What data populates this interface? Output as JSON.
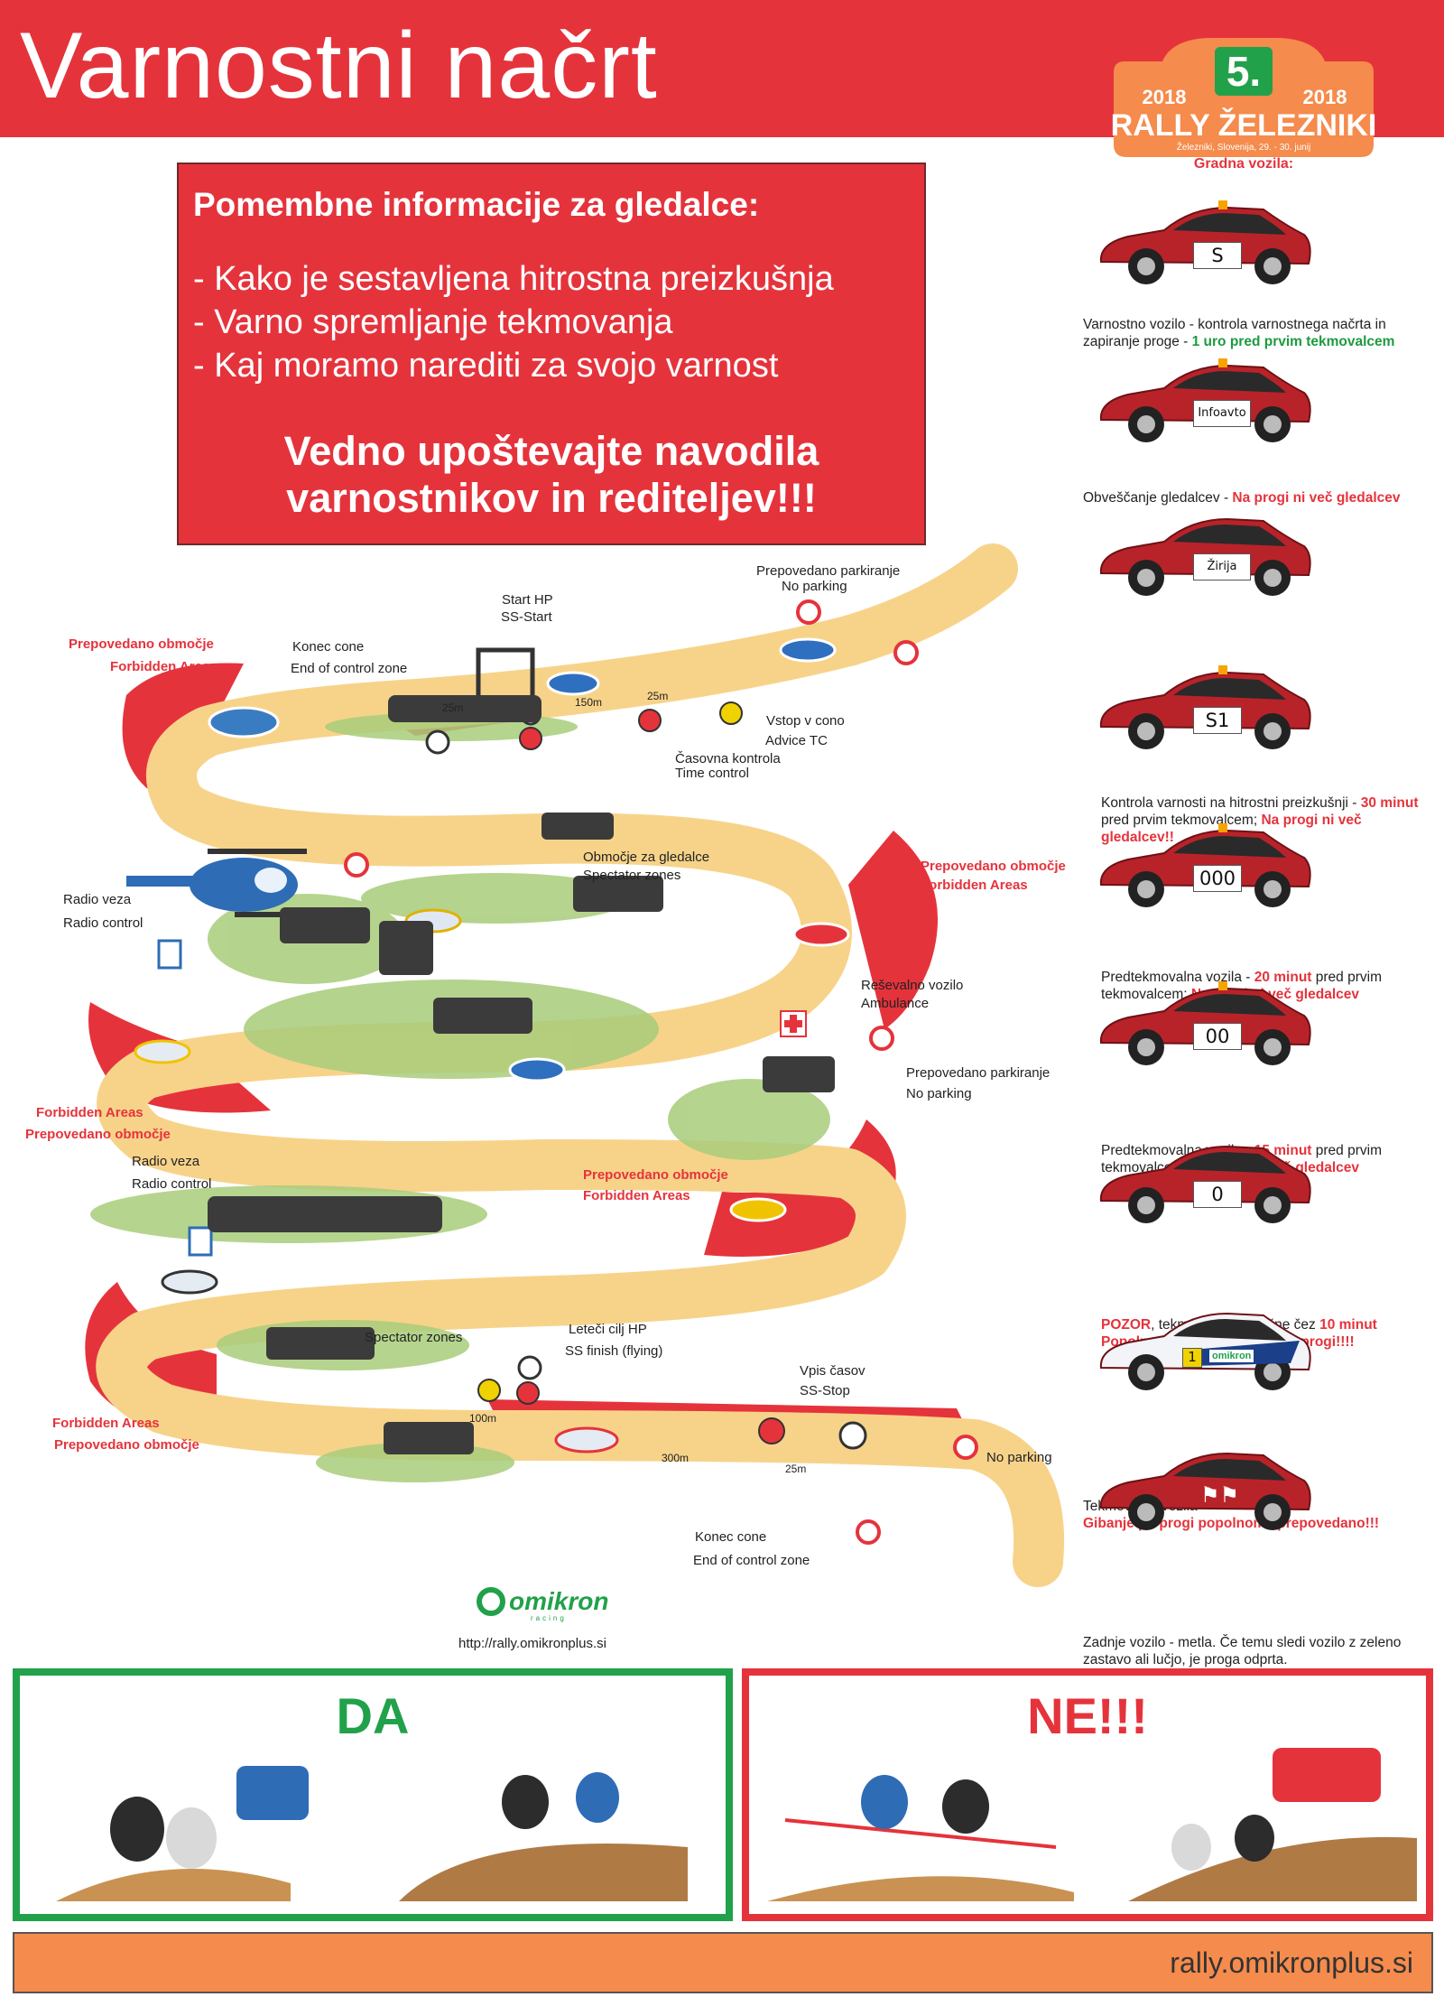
{
  "header": {
    "title": "Varnostni načrt"
  },
  "logo": {
    "number": "5.",
    "year_left": "2018",
    "year_right": "2018",
    "name": "RALLY ŽELEZNIKI",
    "subtitle": "Železniki, Slovenija, 29. - 30. junij",
    "hidden_caption": "Gradna vozila:"
  },
  "info": {
    "heading": "Pomembne informacije za gledalce:",
    "items": [
      "- Kako je sestavljena hitrostna preizkušnja",
      "- Varno spremljanje tekmovanja",
      "- Kaj moramo narediti za svojo varnost"
    ],
    "warning_line1": "Vedno upoštevajte navodila",
    "warning_line2": "varnostnikov in rediteljev!!!"
  },
  "map": {
    "labels": {
      "forbidden_top_sl": "Prepovedano območje",
      "forbidden_top_en": "Forbidden Areas",
      "end_cz_sl": "Konec cone",
      "end_cz_en": "End of control zone",
      "start_sl": "Start HP",
      "start_en": "SS-Start",
      "no_park_top_sl": "Prepovedano parkiranje",
      "no_park_top_en": "No parking",
      "d25a": "25m",
      "d150": "150m",
      "d25b": "25m",
      "entry_sl": "Vstop v cono",
      "entry_en": "Advice TC",
      "time_sl": "Časovna kontrola",
      "time_en": "Time control",
      "spect_sl": "Območje za gledalce",
      "spect_en": "Spectator zones",
      "radio1_sl": "Radio veza",
      "radio1_en": "Radio control",
      "forbidden_right_sl": "Prepovedano območje",
      "forbidden_right_en": "Forbidden Areas",
      "amb_sl": "Reševalno vozilo",
      "amb_en": "Ambulance",
      "no_park_mid_sl": "Prepovedano parkiranje",
      "no_park_mid_en": "No parking",
      "forbidden_left_en": "Forbidden Areas",
      "forbidden_left_sl": "Prepovedano območje",
      "radio2_sl": "Radio veza",
      "radio2_en": "Radio control",
      "forbidden_mid_sl": "Prepovedano območje",
      "forbidden_mid_en": "Forbidden Areas",
      "spect2_en": "Spectator zones",
      "flying_sl": "Leteči cilj HP",
      "flying_en": "SS finish (flying)",
      "stop_sl": "Vpis časov",
      "stop_en": "SS-Stop",
      "forbidden_bottom_en": "Forbidden Areas",
      "forbidden_bottom_sl": "Prepovedano območje",
      "d100": "100m",
      "d300": "300m",
      "d25c": "25m",
      "no_parking": "No parking",
      "end_cz2_sl": "Konec cone",
      "end_cz2_en": "End of control zone",
      "omikron": "omikron",
      "omikron_sub": "racing",
      "url": "http://rally.omikronplus.si"
    }
  },
  "cars": [
    {
      "plate": "S",
      "caption_plain": "Varnostno vozilo - kontrola varnostnega načrta in zapiranje proge - ",
      "caption_hl": "1 uro pred prvim tekmovalcem"
    },
    {
      "plate": "Infoavto",
      "caption_plain": "Obveščanje gledalcev - ",
      "caption_hl": "Na progi ni več gledalcev"
    },
    {
      "plate": "Žirija"
    },
    {
      "plate": "S1",
      "caption_plain1": "Kontrola varnosti na hitrostni preizkušnji - ",
      "caption_hl1": "30 minut",
      "caption_plain2": " pred prvim tekmovalcem; ",
      "caption_hl2": "Na progi ni več gledalcev!!"
    },
    {
      "plate": "000",
      "caption_plain1": "Predtekmovalna vozila - ",
      "caption_hl1": "20 minut",
      "caption_plain2": " pred prvim tekmovalcem; ",
      "caption_hl2": "Na progi ni več gledalcev"
    },
    {
      "plate": "00",
      "caption_plain1": "Predtekmovalna vozila - ",
      "caption_hl1": "15 minut",
      "caption_plain2": " pred prvim tekmovalcem; ",
      "caption_hl2": "Na progi ni več gledalcev"
    },
    {
      "plate": "0",
      "caption_hl1": "POZOR",
      "caption_plain1": ", tekmovanje se začne čez ",
      "caption_hl2": "10 minut",
      "caption_hl3": "Popolna prepoved gibanja po progi!!!!"
    },
    {
      "plate": "1",
      "sponsor": "omikron",
      "caption_plain": "Tekmovalna vozila",
      "caption_hl": "Gibanje po progi popolnoma prepovedano!!!"
    },
    {
      "caption_plain": "Zadnje vozilo - metla. Če temu sledi vozilo z zeleno zastavo ali lučjo, je proga odprta."
    }
  ],
  "colors": {
    "red": "#e5333c",
    "green": "#21a14a",
    "orange": "#f58b4c",
    "car_red": "#b8232a"
  },
  "do": {
    "label": "DA"
  },
  "dont": {
    "label": "NE!!!"
  },
  "footer": {
    "url": "rally.omikronplus.si"
  }
}
